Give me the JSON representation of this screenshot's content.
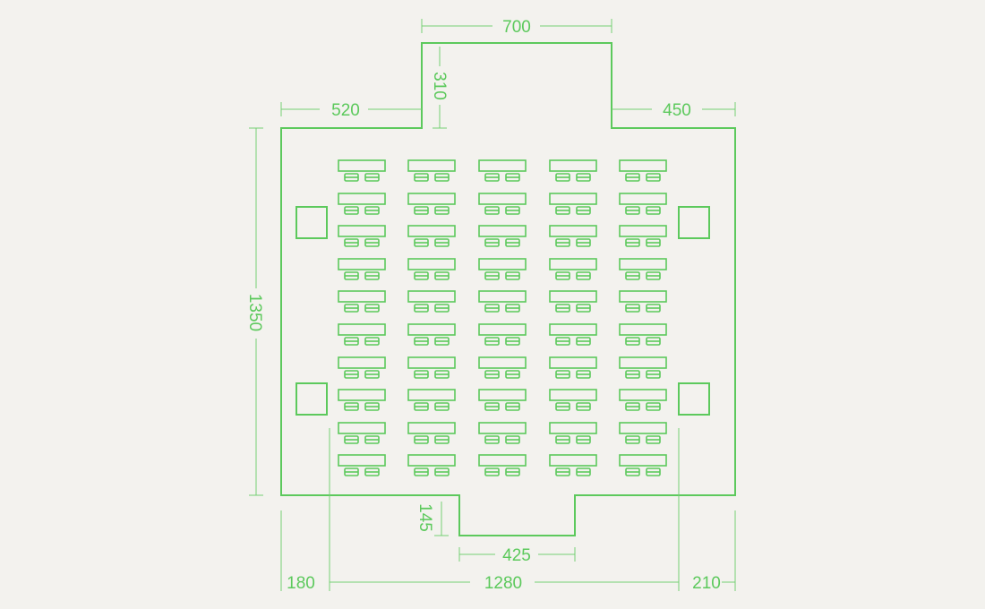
{
  "colors": {
    "background": "#f3f2ee",
    "wall": "#5cc95c",
    "furniture": "#5cc95c",
    "dimension": "#74d074"
  },
  "seating": {
    "columns": 5,
    "rows": 10,
    "chairs_per_desk": 2
  },
  "columns_count": 4,
  "dimensions": {
    "top_bay_width": "700",
    "top_bay_depth": "310",
    "left_offset": "520",
    "right_offset": "450",
    "room_height": "1350",
    "bottom_bay_depth": "145",
    "bottom_bay_width": "425",
    "left_margin": "180",
    "seating_width": "1280",
    "right_margin": "210"
  }
}
